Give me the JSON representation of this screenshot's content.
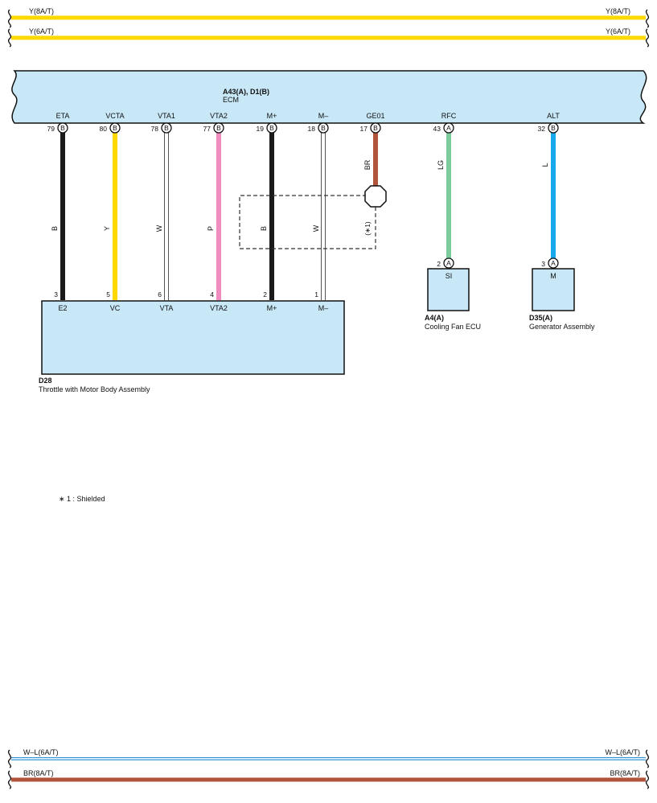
{
  "top_wires": [
    {
      "label": "Y(8A/T)",
      "color": "#ffd800"
    },
    {
      "label": "Y(6A/T)",
      "color": "#ffd800"
    }
  ],
  "bottom_wires": [
    {
      "label": "W–L(6A/T)",
      "color": "#3a9ad9"
    },
    {
      "label": "BR(8A/T)",
      "color": "#b0553a"
    }
  ],
  "ecm": {
    "code": "A43(A), D1(B)",
    "name": "ECM",
    "fill": "#c8e8f8"
  },
  "ecm_pins": [
    {
      "term": "ETA",
      "num": "79",
      "conn": "B"
    },
    {
      "term": "VCTA",
      "num": "80",
      "conn": "B"
    },
    {
      "term": "VTA1",
      "num": "78",
      "conn": "B"
    },
    {
      "term": "VTA2",
      "num": "77",
      "conn": "B"
    },
    {
      "term": "M+",
      "num": "19",
      "conn": "B"
    },
    {
      "term": "M–",
      "num": "18",
      "conn": "B"
    },
    {
      "term": "GE01",
      "num": "17",
      "conn": "B"
    },
    {
      "term": "RFC",
      "num": "43",
      "conn": "A"
    },
    {
      "term": "ALT",
      "num": "32",
      "conn": "B"
    }
  ],
  "wires": [
    {
      "color_code": "B",
      "color": "#1a1a1a"
    },
    {
      "color_code": "Y",
      "color": "#ffd800"
    },
    {
      "color_code": "W",
      "color": "#ffffff"
    },
    {
      "color_code": "P",
      "color": "#f08cc0"
    },
    {
      "color_code": "B",
      "color": "#1a1a1a"
    },
    {
      "color_code": "W",
      "color": "#ffffff"
    },
    {
      "color_code": "BR",
      "color": "#b0553a"
    },
    {
      "color_code": "LG",
      "color": "#7ccc9c"
    },
    {
      "color_code": "L",
      "color": "#18a8ec"
    }
  ],
  "throttle": {
    "code": "D28",
    "name": "Throttle with Motor Body Assembly",
    "pins": [
      {
        "num": "3",
        "term": "E2"
      },
      {
        "num": "5",
        "term": "VC"
      },
      {
        "num": "6",
        "term": "VTA"
      },
      {
        "num": "4",
        "term": "VTA2"
      },
      {
        "num": "2",
        "term": "M+"
      },
      {
        "num": "1",
        "term": "M–"
      }
    ]
  },
  "cooling_fan": {
    "code": "A4(A)",
    "name": "Cooling Fan ECU",
    "pin_num": "2",
    "conn": "A",
    "term": "SI"
  },
  "generator": {
    "code": "D35(A)",
    "name": "Generator Assembly",
    "pin_num": "3",
    "conn": "A",
    "term": "M"
  },
  "shield": {
    "tag": "(∗1)"
  },
  "footnote": "∗ 1 : Shielded"
}
